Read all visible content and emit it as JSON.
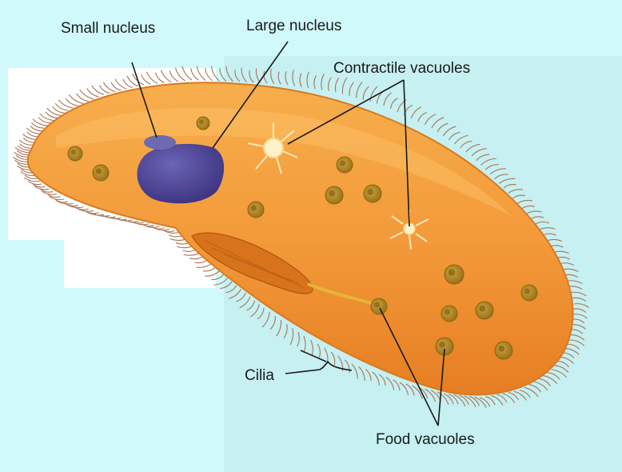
{
  "labels": {
    "small_nucleus": "Small nucleus",
    "large_nucleus": "Large nucleus",
    "contractile_vacuoles": "Contractile vacuoles",
    "cilia": "Cilia",
    "food_vacuoles": "Food vacuoles"
  },
  "colors": {
    "background": "#cff9fb",
    "body": "#f39a3a",
    "body_highlight": "#fcc46a",
    "cilia": "#b37a5a",
    "large_nucleus": "#554a9c",
    "small_nucleus": "#6e6ab0",
    "food_vacuole": "#b58a1e",
    "contractile_vacuole": "#fff1c8",
    "leader_line": "#1a1a1a"
  }
}
